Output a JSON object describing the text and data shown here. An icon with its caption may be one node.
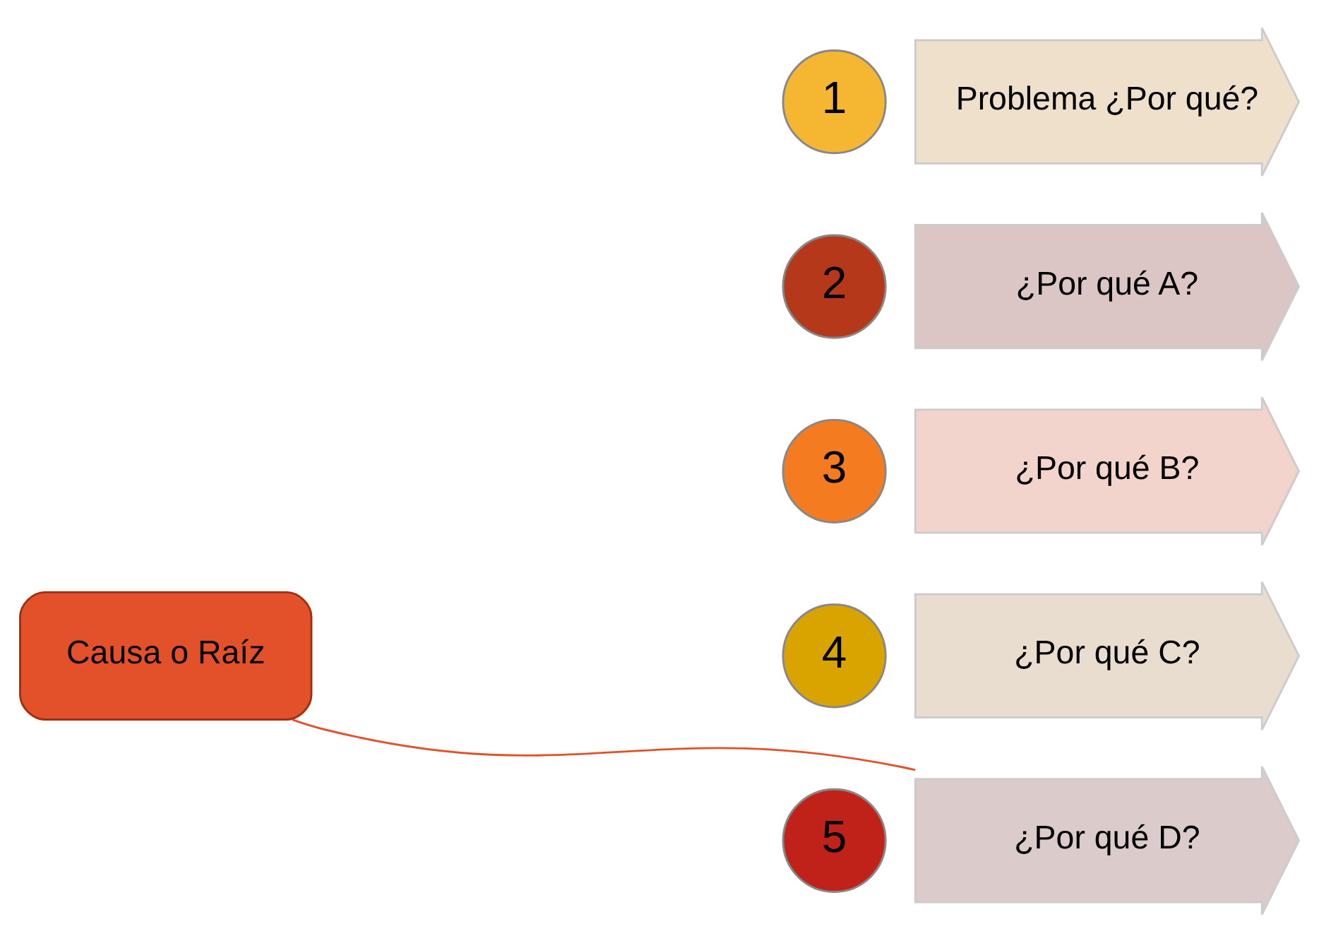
{
  "diagram": {
    "nodes": [
      {
        "text": [
          "1"
        ]
      },
      {
        "text": [
          "Problema ¿Por qué?"
        ]
      },
      {
        "text": [
          "2"
        ]
      },
      {
        "text": [
          "¿Por qué A?"
        ]
      },
      {
        "text": [
          "3"
        ]
      },
      {
        "text": [
          "¿Por qué B?"
        ]
      },
      {
        "text": [
          "4"
        ]
      },
      {
        "text": [
          "¿Por qué C?"
        ]
      },
      {
        "text": [
          "5"
        ]
      },
      {
        "text": [
          "¿Por qué D?"
        ]
      },
      {
        "text": [
          "Causa o Raíz"
        ]
      }
    ],
    "edges": [
      {
        "from": 10,
        "to": 9,
        "arrow": "none"
      }
    ]
  }
}
